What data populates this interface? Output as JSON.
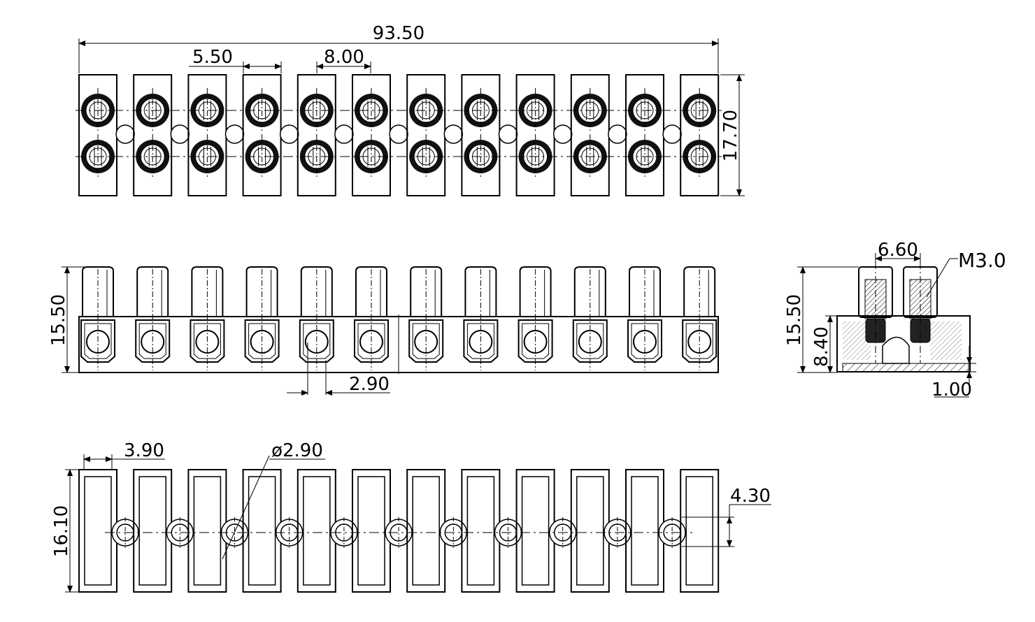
{
  "top_view": {
    "dimensions": {
      "overall_length": "93.50",
      "slot_width": "5.50",
      "pitch": "8.00",
      "height": "17.70"
    },
    "terminal_count": 12
  },
  "front_view": {
    "dimensions": {
      "height": "15.50",
      "hole_offset": "2.90"
    },
    "terminal_count": 12
  },
  "side_view": {
    "dimensions": {
      "screw_spacing": "6.60",
      "thread": "M3.0",
      "height": "15.50",
      "body_height": "8.40",
      "base_thickness": "1.00"
    }
  },
  "bottom_view": {
    "dimensions": {
      "edge_offset": "3.90",
      "hole_diameter": "ø2.90",
      "height": "16.10",
      "hole_height": "4.30"
    },
    "terminal_count": 12
  }
}
